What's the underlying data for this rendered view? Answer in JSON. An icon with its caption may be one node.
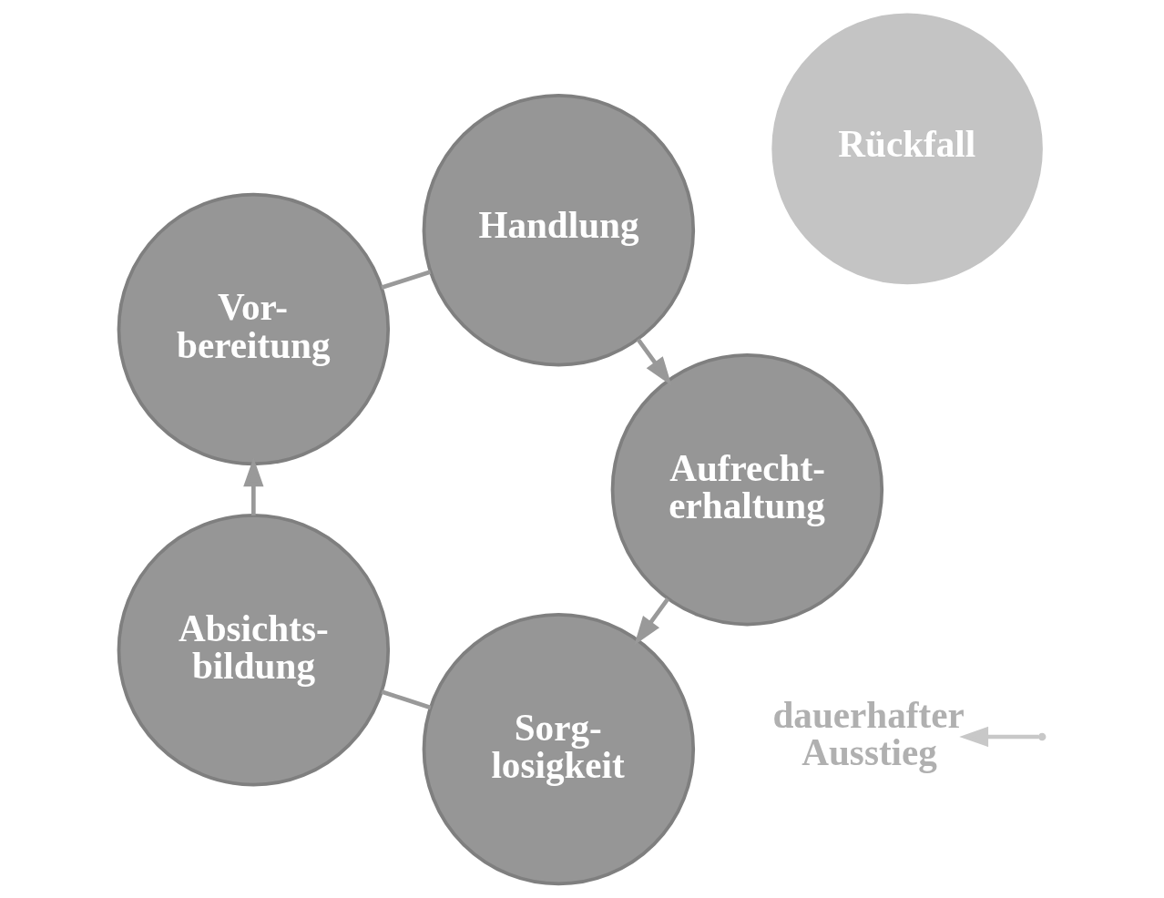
{
  "diagram": {
    "nodes": [
      {
        "text": [
          "Sorg- losigkeit"
        ]
      },
      {
        "text": [
          "Absichts- bildung"
        ]
      },
      {
        "text": [
          "Vor- bereitung"
        ]
      },
      {
        "text": [
          "Handlung"
        ]
      },
      {
        "text": [
          "Aufrecht- erhaltung"
        ]
      },
      {
        "text": [
          "Rückfall"
        ]
      },
      {
        "text": [
          "dauerhafter Ausstieg"
        ]
      }
    ],
    "edges": [
      {
        "from": 0,
        "to": 1,
        "arrow": "none"
      },
      {
        "from": 1,
        "to": 2,
        "arrow": "to"
      },
      {
        "from": 2,
        "to": 3,
        "arrow": "none"
      },
      {
        "from": 3,
        "to": 4,
        "arrow": "to"
      },
      {
        "from": 4,
        "to": 0,
        "arrow": "to"
      },
      {
        "from": null,
        "to": 6,
        "arrow": "to",
        "color": "#c8c8c8"
      }
    ]
  }
}
